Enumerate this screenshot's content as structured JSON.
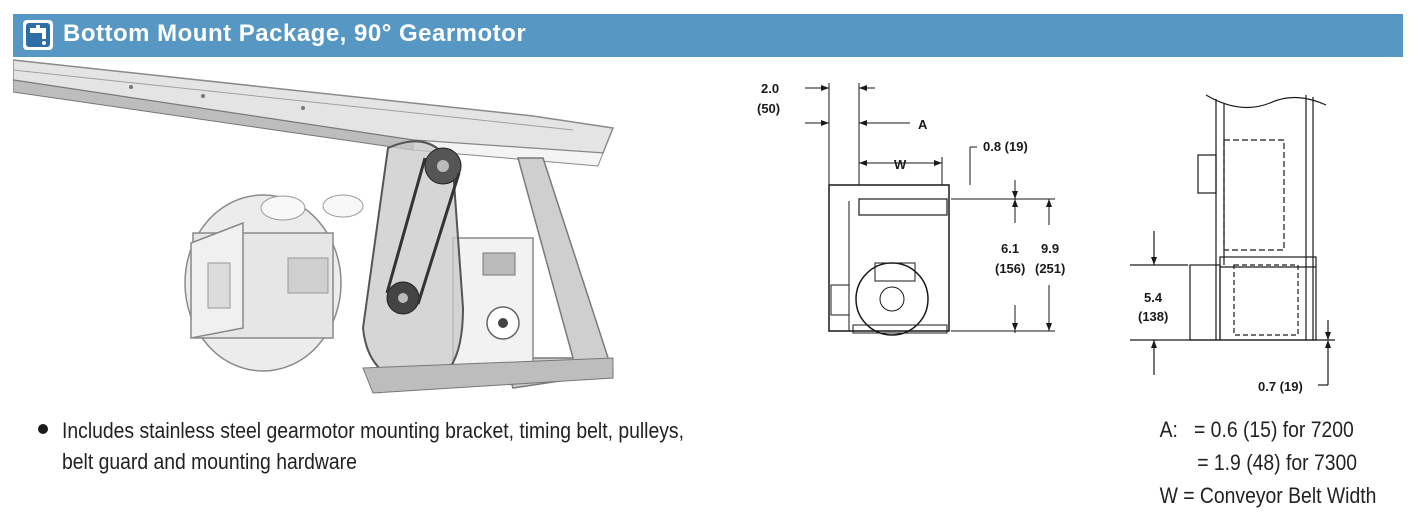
{
  "header": {
    "title": "Bottom Mount Package, 90° Gearmotor",
    "icon": "faucet-icon",
    "bg_color": "#5697c4"
  },
  "side_view": {
    "dim_2_0": "2.0",
    "dim_2_0_mm": "(50)",
    "dim_a": "A",
    "dim_0_8": "0.8 (19)",
    "dim_w": "W",
    "dim_6_1": "6.1",
    "dim_6_1_mm": "(156)",
    "dim_9_9": "9.9",
    "dim_9_9_mm": "(251)"
  },
  "end_view": {
    "dim_5_4": "5.4",
    "dim_5_4_mm": "(138)",
    "dim_0_7": "0.7 (19)"
  },
  "bullet": {
    "line1": "Includes stainless steel gearmotor mounting bracket, timing belt, pulleys,",
    "line2": "belt guard and mounting hardware"
  },
  "notes": {
    "line1": "A:   = 0.6 (15) for 7200",
    "line2": "       = 1.9 (48) for 7300",
    "line3": "W = Conveyor Belt Width"
  }
}
